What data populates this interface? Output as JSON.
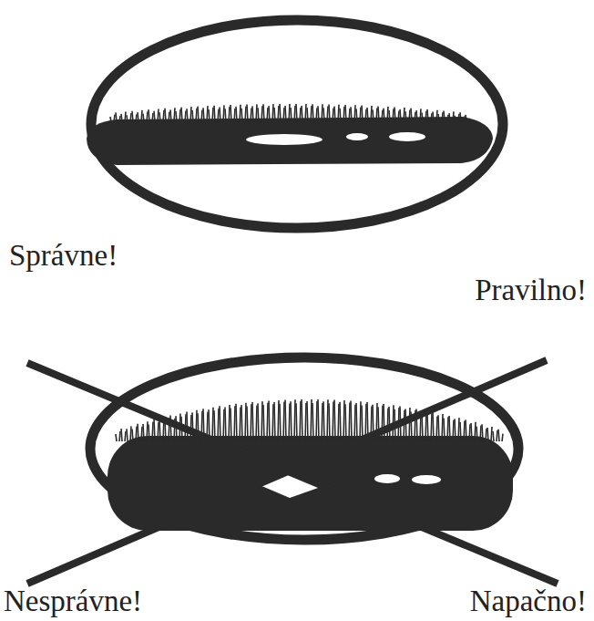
{
  "diagram": {
    "labels": [
      "Správne!",
      "Pravilno!",
      "Nesprávne!",
      "Napačno!"
    ]
  }
}
